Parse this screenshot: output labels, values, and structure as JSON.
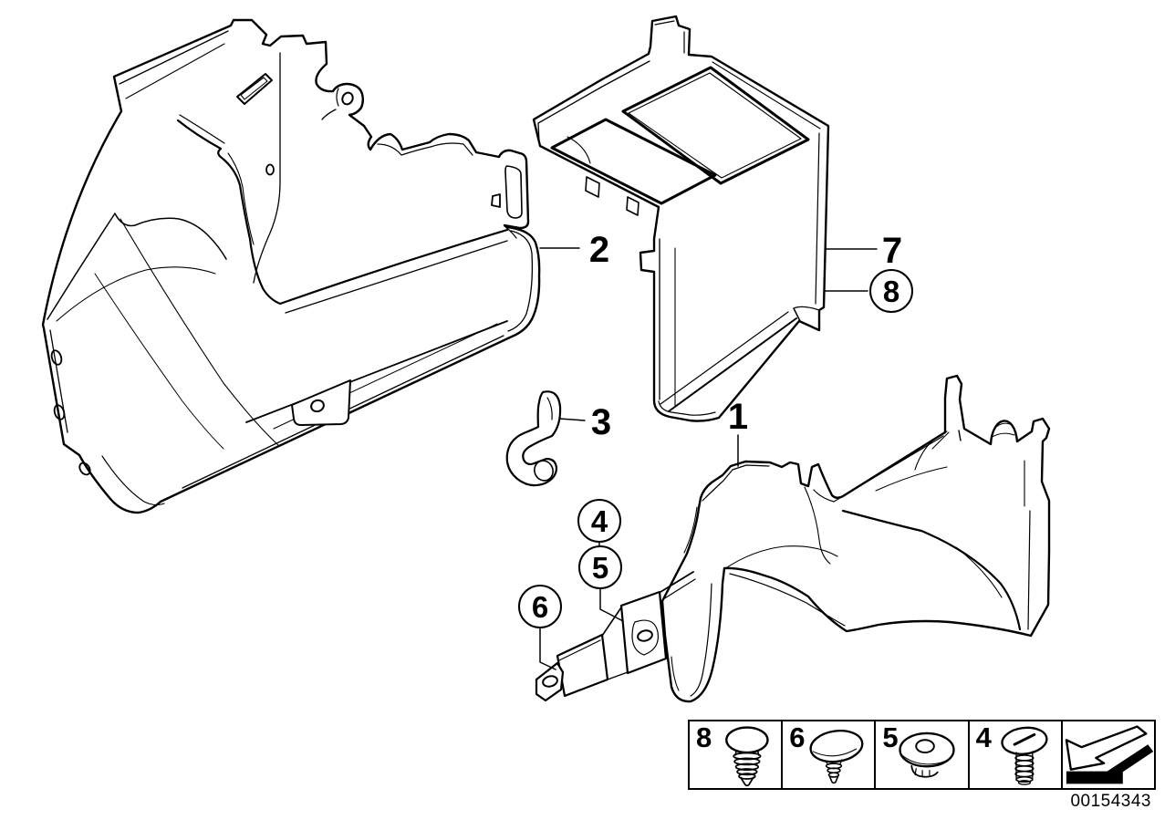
{
  "canvas": {
    "background_color": "#ffffff",
    "line_color": "#000000"
  },
  "diagram": {
    "description": "exploded line drawing of lateral trunk trim panels with fastener callouts",
    "callouts": {
      "c1": {
        "label": "1",
        "style": "plain"
      },
      "c2": {
        "label": "2",
        "style": "plain"
      },
      "c3": {
        "label": "3",
        "style": "plain"
      },
      "c4": {
        "label": "4",
        "style": "circled"
      },
      "c5": {
        "label": "5",
        "style": "circled"
      },
      "c6": {
        "label": "6",
        "style": "circled"
      },
      "c7": {
        "label": "7",
        "style": "plain"
      },
      "c8": {
        "label": "8",
        "style": "circled"
      }
    }
  },
  "legend": {
    "items": [
      {
        "number": "8",
        "icon": "expanding-rivet-icon"
      },
      {
        "number": "6",
        "icon": "trim-clip-icon"
      },
      {
        "number": "5",
        "icon": "grommet-icon"
      },
      {
        "number": "4",
        "icon": "screw-icon"
      },
      {
        "number": "",
        "icon": "direction-arrow-icon"
      }
    ]
  },
  "footer": {
    "document_number": "00154343"
  }
}
